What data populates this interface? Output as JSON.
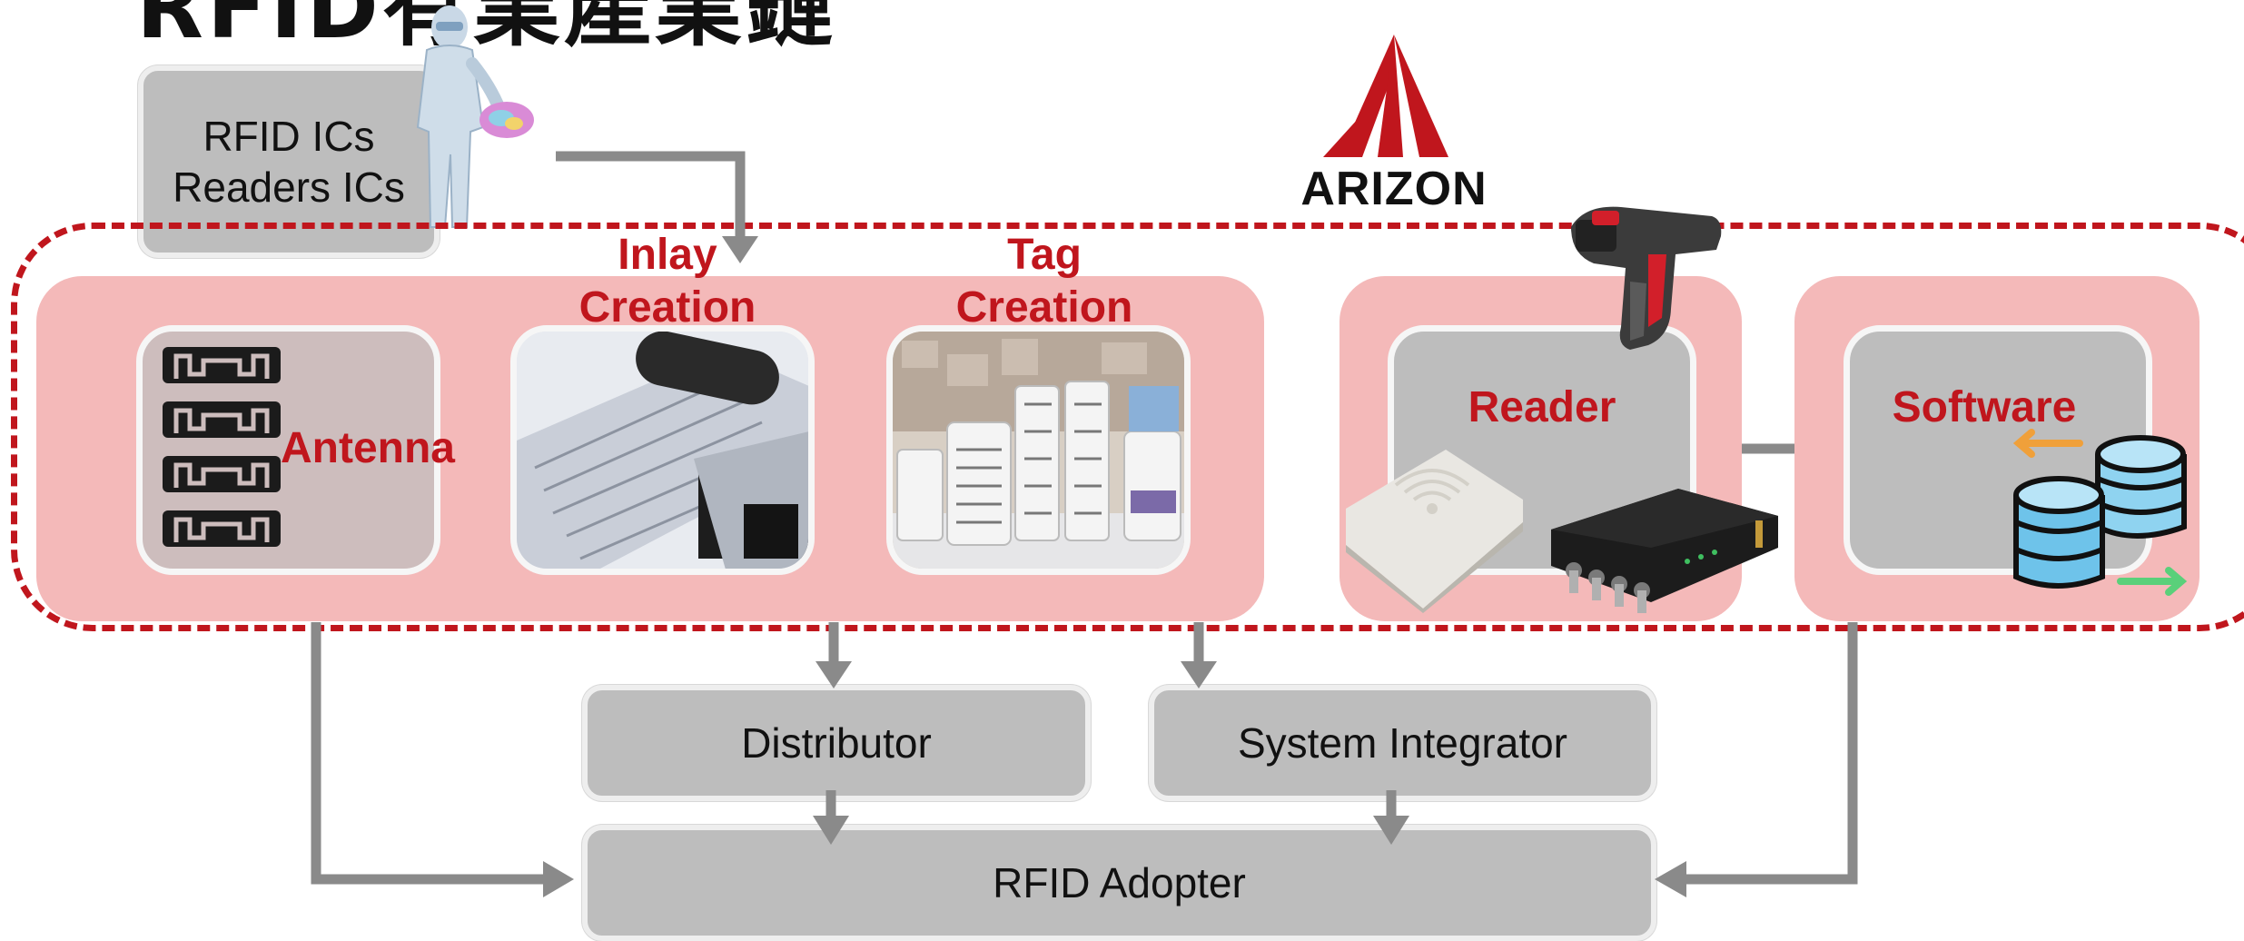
{
  "title": "RFID有業產業鏈",
  "logo": {
    "text": "ARIZON",
    "color": "#c0161d"
  },
  "source_box": {
    "line1": "RFID ICs",
    "line2": "Readers ICs"
  },
  "stages": {
    "antenna": "Antenna",
    "inlay": {
      "line1": "Inlay",
      "line2": "Creation"
    },
    "tag": {
      "line1": "Tag",
      "line2": "Creation"
    },
    "reader": "Reader",
    "software": "Software"
  },
  "downstream": {
    "distributor": "Distributor",
    "integrator": "System Integrator",
    "adopter": "RFID Adopter"
  },
  "icons": [
    "cleanroom-worker-icon",
    "rfid-antenna-icon",
    "inlay-roll-icon",
    "tag-roll-icon",
    "handheld-reader-icon",
    "panel-reader-icon",
    "fixed-reader-icon",
    "database-icon"
  ],
  "colors": {
    "accent": "#c0161d",
    "panel": "#f4b9b9",
    "box": "#bdbdbd",
    "arrow": "#8a8a8a"
  }
}
